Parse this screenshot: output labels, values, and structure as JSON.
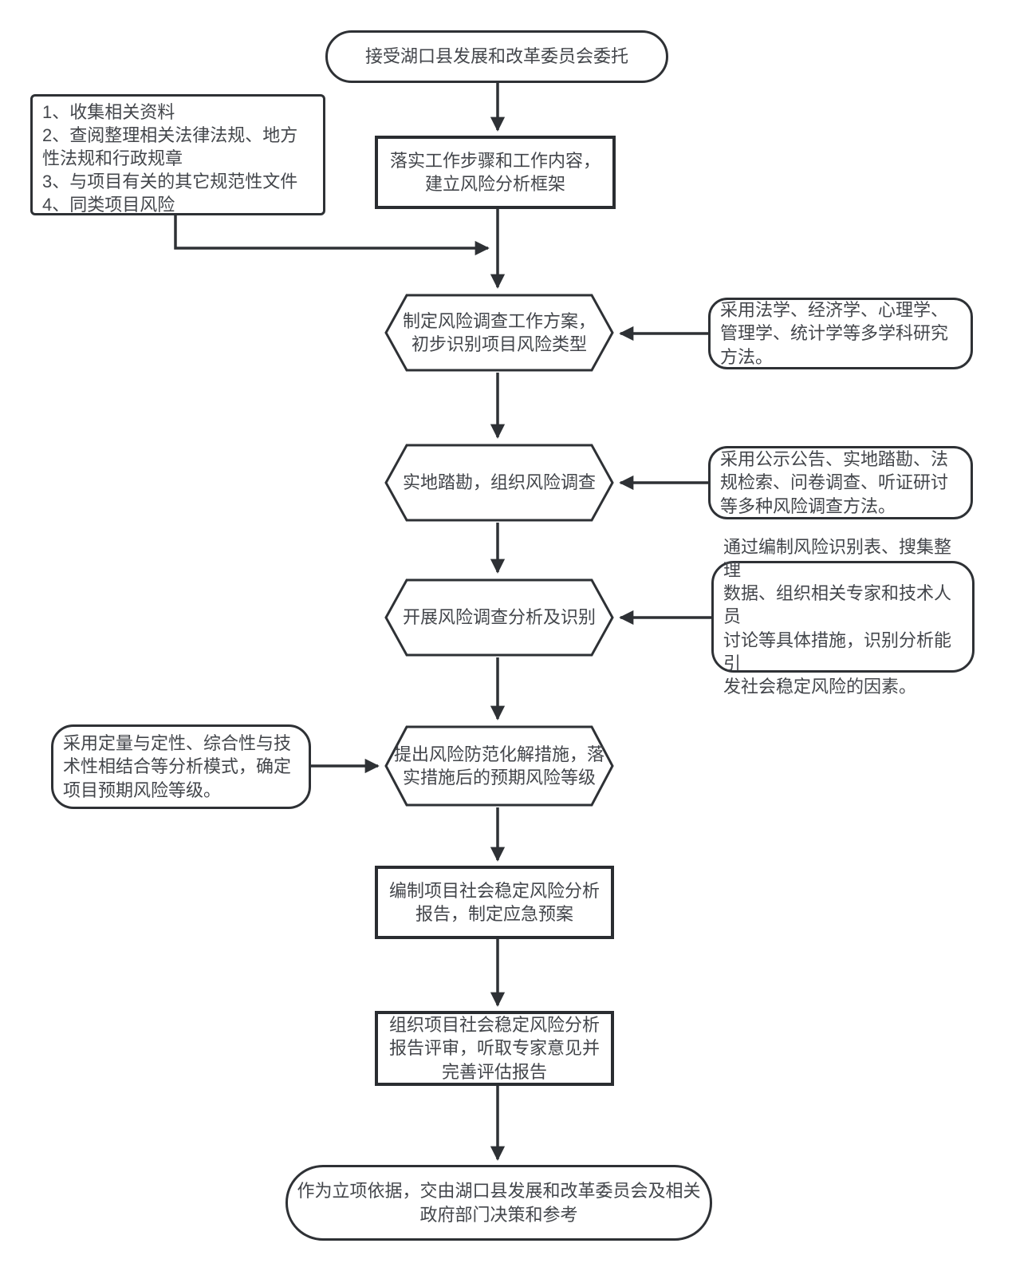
{
  "nodes": {
    "start": {
      "label": "接受湖口县发展和改革委员会委托"
    },
    "materials": {
      "label": "1、收集相关资料\n2、查阅整理相关法律法规、地方性法规和行政规章\n3、与项目有关的其它规范性文件\n4、同类项目风险"
    },
    "framework": {
      "label": "落实工作步骤和工作内容，\n建立风险分析框架"
    },
    "plan": {
      "label": "制定风险调查工作方案，\n初步识别项目风险类型"
    },
    "survey": {
      "label": "实地踏勘，组织风险调查"
    },
    "analysis": {
      "label": "开展风险调查分析及识别"
    },
    "measures": {
      "label": "提出风险防范化解措施，落\n实措施后的预期风险等级"
    },
    "report": {
      "label": "编制项目社会稳定风险分析\n报告，制定应急预案"
    },
    "review": {
      "label": "组织项目社会稳定风险分析\n报告评审，听取专家意见并\n完善评估报告"
    },
    "end": {
      "label": "作为立项依据，交由湖口县发展和改革委员会及相关\n政府部门决策和参考"
    },
    "method_disciplines": {
      "label": "采用法学、经济学、心理学、\n管理学、统计学等多学科研究\n方法。"
    },
    "method_survey_tools": {
      "label": "采用公示公告、实地踏勘、法\n规检索、问卷调查、听证研讨\n等多种风险调查方法。"
    },
    "method_identification": {
      "label": "通过编制风险识别表、搜集整理\n数据、组织相关专家和技术人员\n讨论等具体措施，识别分析能引\n发社会稳定风险的因素。"
    },
    "method_grading": {
      "label": "采用定量与定性、综合性与技\n术性相结合等分析模式，确定\n项目预期风险等级。"
    }
  },
  "colors": {
    "stroke": "#2e3135",
    "text": "#43464b",
    "background": "#ffffff"
  }
}
